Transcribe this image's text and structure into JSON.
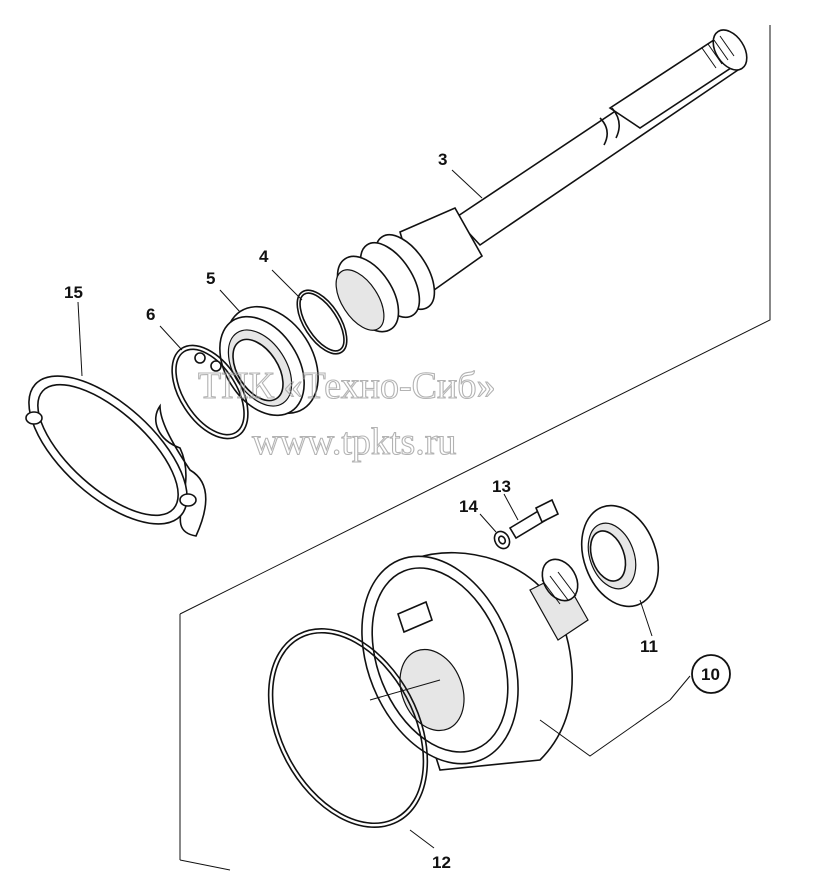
{
  "labels": {
    "part_3": "3",
    "part_4": "4",
    "part_5": "5",
    "part_6": "6",
    "part_15": "15",
    "part_13": "13",
    "part_14": "14",
    "part_11": "11",
    "part_10": "10",
    "part_12": "12"
  },
  "watermark": {
    "company": "ТПК «Техно-Сиб»",
    "url": "www.tpkts.ru"
  }
}
